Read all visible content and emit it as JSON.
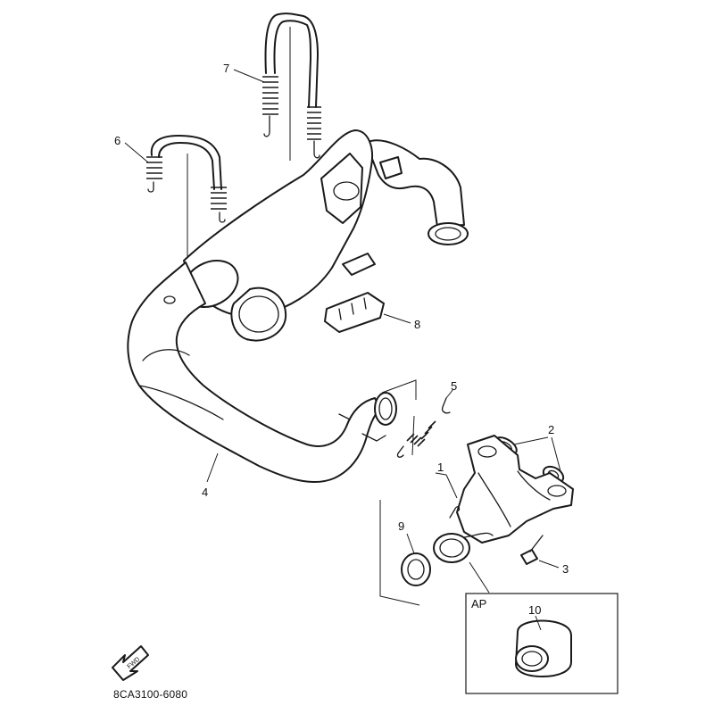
{
  "callouts": [
    {
      "id": "1",
      "label": "1"
    },
    {
      "id": "2",
      "label": "2"
    },
    {
      "id": "3",
      "label": "3"
    },
    {
      "id": "4",
      "label": "4"
    },
    {
      "id": "5",
      "label": "5"
    },
    {
      "id": "6",
      "label": "6"
    },
    {
      "id": "7",
      "label": "7"
    },
    {
      "id": "8",
      "label": "8"
    },
    {
      "id": "9",
      "label": "9"
    },
    {
      "id": "10",
      "label": "10"
    }
  ],
  "inset_box": {
    "label": "AP"
  },
  "fwd_arrow": {
    "label": "FWD"
  },
  "catalog_code": "8CA3100-6080",
  "colors": {
    "line": "#1a1a1a",
    "background": "#ffffff"
  }
}
